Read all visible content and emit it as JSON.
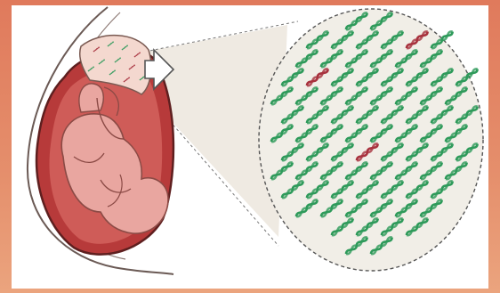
{
  "figure": {
    "colors": {
      "background_outer": "#e58f6c",
      "panel": "#ffffff",
      "uterus_wall": "#b73a3a",
      "placenta": "#f4d8cf",
      "fetus": "#e9a6a0",
      "dna_fetal": "#2e9a5a",
      "dna_maternal": "#a8323e",
      "magnifier_fill": "#f1eee7"
    },
    "elements": {
      "uterus": "uterus-cross-section",
      "fetus": "fetus-illustration",
      "placenta": "placenta-with-dna-fragments",
      "arrow": "right-arrow-icon",
      "zoom": "magnified-dna-circle"
    }
  }
}
